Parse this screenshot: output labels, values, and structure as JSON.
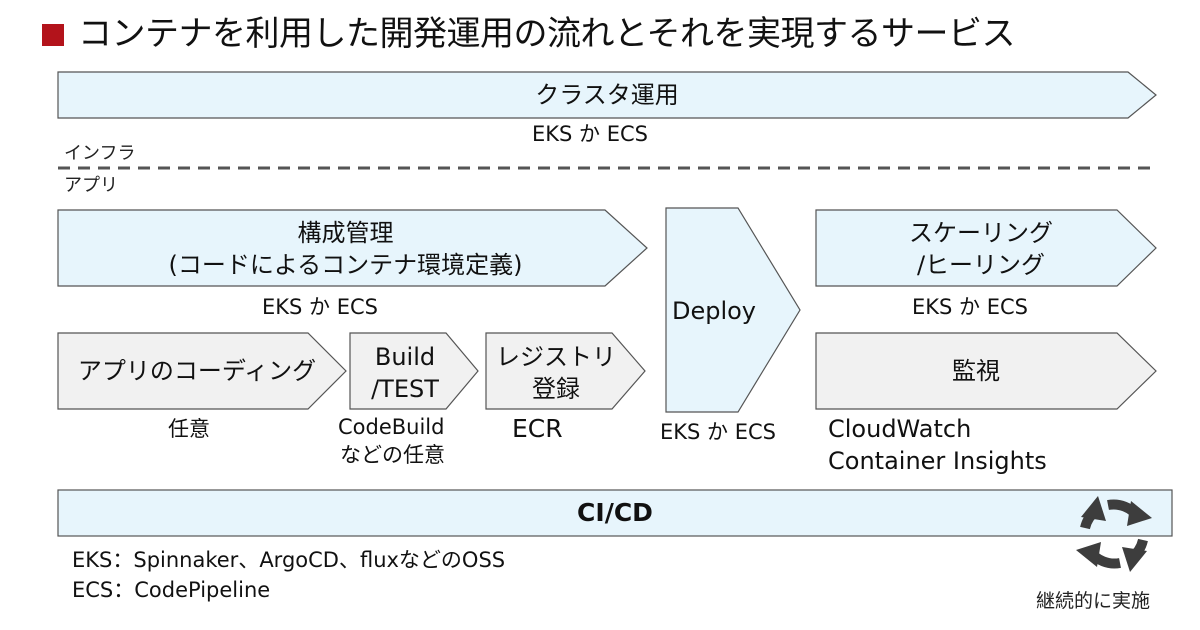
{
  "title": "コンテナを利用した開発運用の流れとそれを実現するサービス",
  "cluster_ops": {
    "label": "クラスタ運用",
    "service": "EKS か ECS"
  },
  "layers": {
    "infra": "インフラ",
    "app": "アプリ"
  },
  "config_mgmt": {
    "label_line1": "構成管理",
    "label_line2": "(コードによるコンテナ環境定義)",
    "service": "EKS か ECS"
  },
  "coding": {
    "label": "アプリのコーディング",
    "service": "任意"
  },
  "build": {
    "label_line1": "Build",
    "label_line2": "/TEST",
    "service_line1": "CodeBuild",
    "service_line2": "などの任意"
  },
  "registry": {
    "label_line1": "レジストリ",
    "label_line2": "登録",
    "service": "ECR"
  },
  "deploy": {
    "label": "Deploy",
    "service": "EKS か ECS"
  },
  "scaling": {
    "label_line1": "スケーリング",
    "label_line2": "/ヒーリング",
    "service": "EKS か ECS"
  },
  "monitoring": {
    "label": "監視",
    "service_line1": "CloudWatch",
    "service_line2": "Container Insights"
  },
  "cicd": {
    "label": "CI/CD",
    "eks_note": "EKS：Spinnaker、ArgoCD、fluxなどのOSS",
    "ecs_note": "ECS：CodePipeline",
    "continuous": "継続的に実施"
  },
  "colors": {
    "blue_fill": "#e7f5fc",
    "gray_fill": "#f1f1f1",
    "outline": "#555555",
    "accent": "#b3131b",
    "cycle_icon": "#3d3d3d"
  }
}
